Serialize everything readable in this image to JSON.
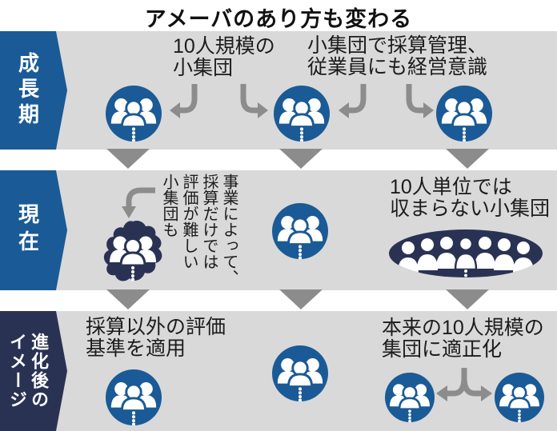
{
  "title": "アメーバのあり方も変わる",
  "colors": {
    "blue": "#1a5a96",
    "navy": "#2a3254",
    "band_gray": "#d9d9d9",
    "arrow_gray": "#8c8c8c",
    "text_dark": "#1c1c1c"
  },
  "stages": [
    {
      "label": "成長期",
      "notes": {
        "left": "10人規模の\n小集団",
        "right": "小集団で採算管理、\n従業員にも経営意識"
      }
    },
    {
      "label": "現在",
      "notes": {
        "vertical": "事業によって、\n採算だけでは\n評価が難しい\n小集団も",
        "right": "10人単位では\n収まらない小集団"
      }
    },
    {
      "label": "進化後の\nイメージ",
      "notes": {
        "left": "採算以外の評価\n基準を適用",
        "right": "本来の10人規模の\n集団に適正化"
      }
    }
  ],
  "icons": {
    "people-group-circle-icon": "青い円に3人の小集団と省略点",
    "people-group-amoeba-icon": "変形したアメーバ形の小集団",
    "people-group-ellipse-icon": "10人単位では収まらない大きな楕円の集団",
    "hook-arrow-icon": "曲がったグレーの誘導矢印",
    "fork-arrow-icon": "二股に分かれる矢印",
    "down-triangle-icon": "次の段階へ進む下向き三角"
  }
}
